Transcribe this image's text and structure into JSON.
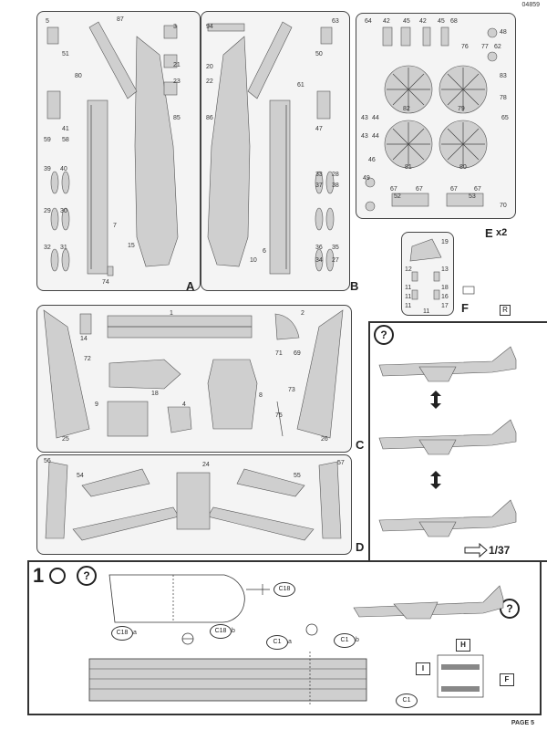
{
  "page": {
    "code": "04859",
    "page_label": "PAGE 5"
  },
  "sprues": {
    "A": {
      "letter": "A",
      "nums": [
        "5",
        "87",
        "3",
        "51",
        "21",
        "23",
        "80",
        "85",
        "41",
        "59",
        "58",
        "39",
        "40",
        "29",
        "30",
        "32",
        "31",
        "7",
        "15",
        "74"
      ]
    },
    "B": {
      "letter": "B",
      "nums": [
        "94",
        "63",
        "20",
        "22",
        "50",
        "61",
        "86",
        "47",
        "33",
        "28",
        "37",
        "38",
        "36",
        "35",
        "34",
        "27",
        "6",
        "10"
      ]
    },
    "E": {
      "letter": "E",
      "count": "x2",
      "nums": [
        "64",
        "42",
        "45",
        "42",
        "45",
        "68",
        "48",
        "76",
        "77",
        "62",
        "83",
        "82",
        "79",
        "78",
        "43",
        "44",
        "43",
        "44",
        "65",
        "46",
        "81",
        "80",
        "49",
        "67",
        "67",
        "67",
        "67",
        "52",
        "53",
        "70"
      ]
    },
    "F": {
      "letter": "F",
      "nums": [
        "19",
        "12",
        "13",
        "11",
        "18",
        "11",
        "16",
        "11",
        "17",
        "11"
      ]
    },
    "C": {
      "letter": "C",
      "nums": [
        "1",
        "2",
        "14",
        "72",
        "71",
        "69",
        "18",
        "73",
        "8",
        "9",
        "4",
        "75",
        "25",
        "26"
      ]
    },
    "D": {
      "letter": "D",
      "nums": [
        "56",
        "24",
        "57",
        "54",
        "55"
      ]
    }
  },
  "options": {
    "note_arrow": "1/37"
  },
  "step1": {
    "number": "1",
    "callouts": [
      "C18",
      "C18",
      "a",
      "C18",
      "b",
      "C1",
      "a",
      "C1",
      "b",
      "C1"
    ],
    "legend": {
      "h": "H",
      "i": "I",
      "f": "F"
    }
  },
  "icons": {
    "question": "?",
    "logo": "R"
  }
}
